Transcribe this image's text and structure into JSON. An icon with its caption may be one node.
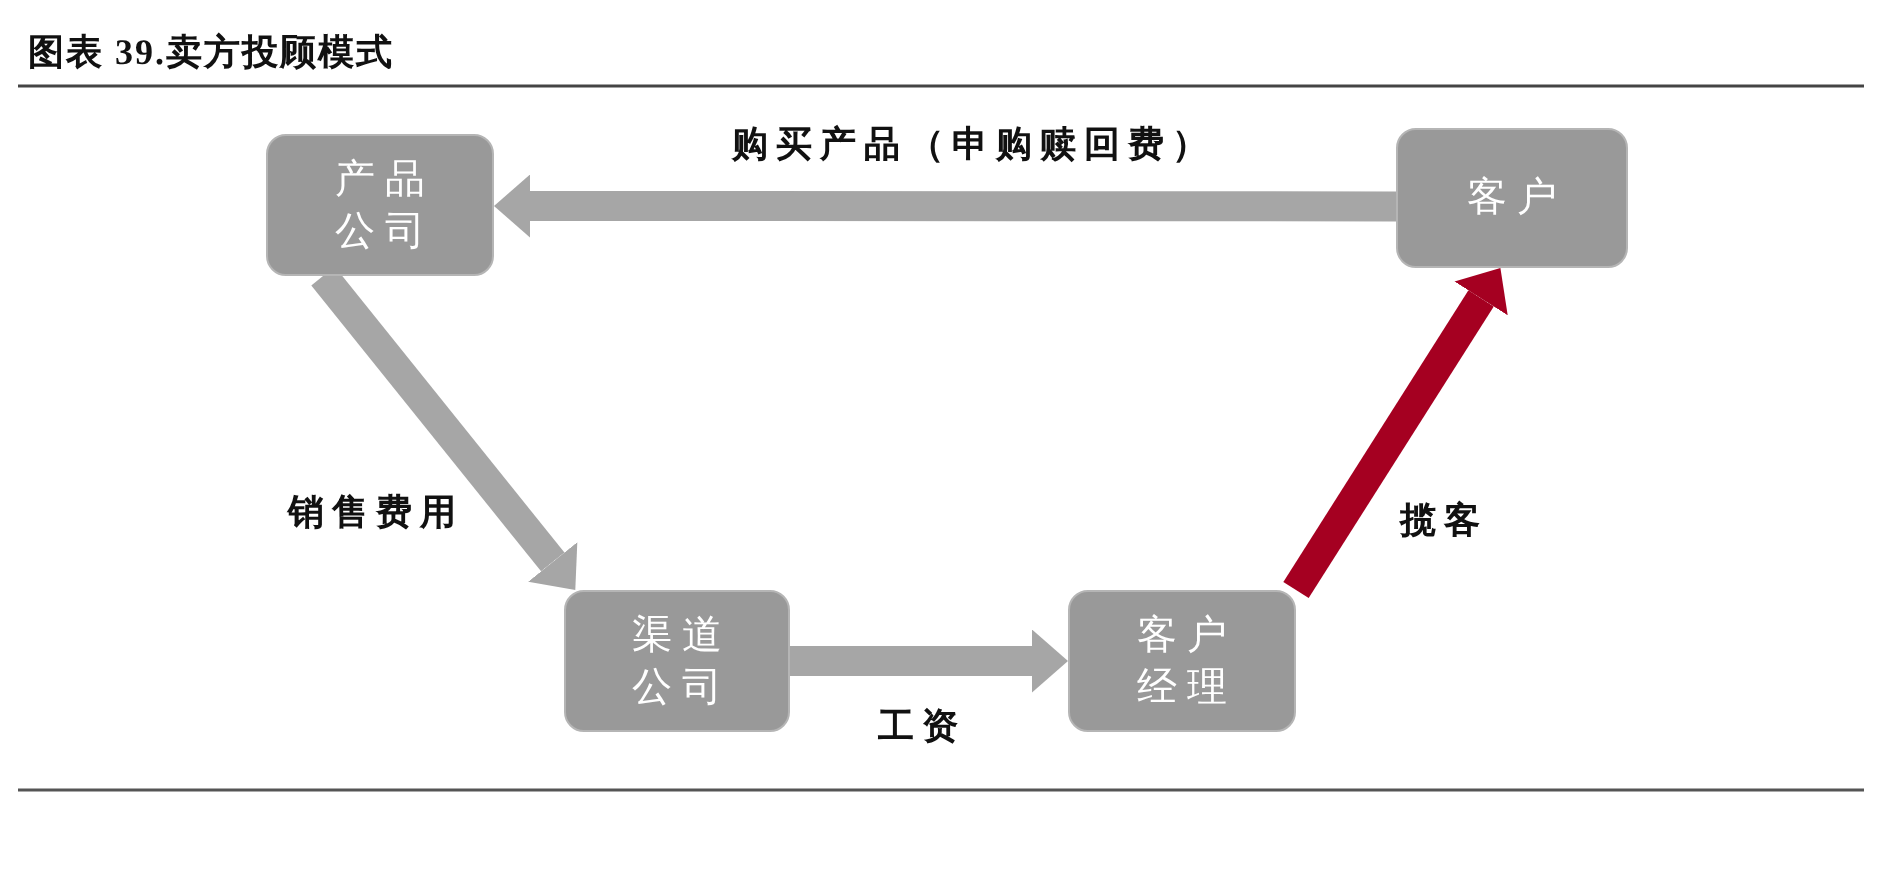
{
  "diagram": {
    "title": "图表 39.卖方投顾模式",
    "nodes": [
      {
        "text": [
          "产品公司"
        ]
      },
      {
        "text": [
          "客户"
        ]
      },
      {
        "text": [
          "渠道公司"
        ]
      },
      {
        "text": [
          "客户经理"
        ]
      }
    ],
    "edges": [
      {
        "from": 1,
        "to": 0,
        "arrow": "to",
        "label": "购买产品（申购赎回费）"
      },
      {
        "from": 0,
        "to": 2,
        "arrow": "to",
        "label": "销售费用"
      },
      {
        "from": 2,
        "to": 3,
        "arrow": "to",
        "label": "工资"
      },
      {
        "from": 3,
        "to": 1,
        "arrow": "to",
        "label": "揽客",
        "color": "#a50021"
      }
    ]
  }
}
